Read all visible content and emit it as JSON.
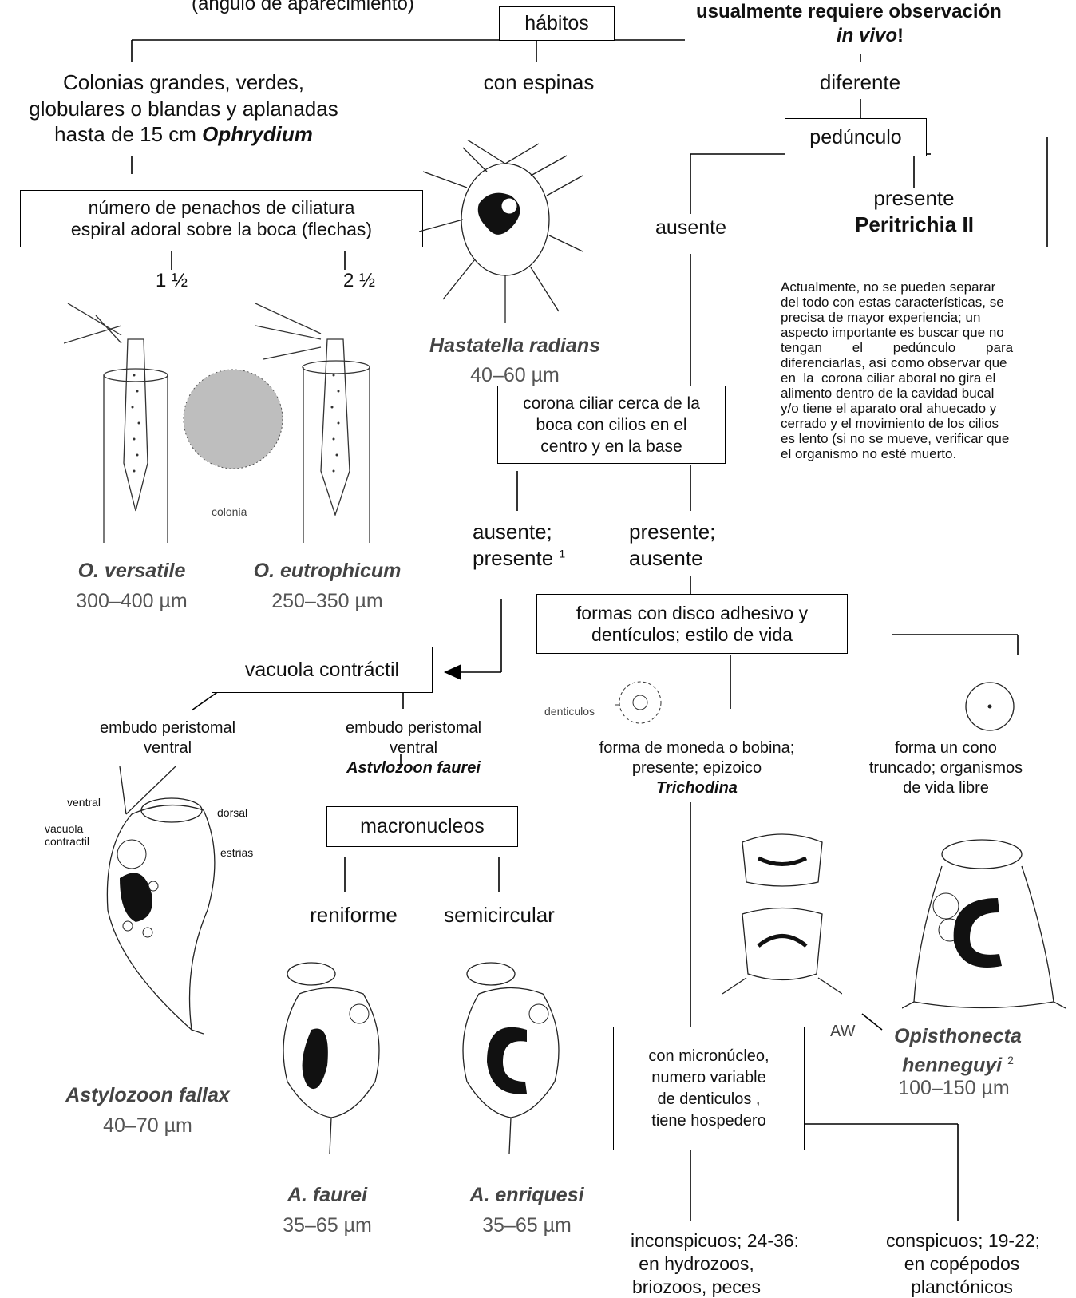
{
  "header": {
    "top_left_fragment": "(ángulo de aparecimiento)",
    "top_right_line1": "usualmente requiere observación",
    "top_right_line2_italic": "in vivo",
    "top_right_line2_end": "!"
  },
  "boxes": {
    "habitos": "hábitos",
    "pedunculo": "pedúnculo",
    "penachos_line1": "número de penachos de ciliatura",
    "penachos_line2": "espiral adoral sobre la boca (flechas)",
    "corona_line1": "corona ciliar cerca de la",
    "corona_line2": "boca con cilios en el",
    "corona_line3": "centro y en la base",
    "vacuola": "vacuola contráctil",
    "formas_line1": "formas con disco adhesivo  y",
    "formas_line2": "dentículos; estilo de vida",
    "macronucleos": "macronucleos",
    "micronucleo_line1": "con micronúcleo,",
    "micronucleo_line2": "numero variable",
    "micronucleo_line3": "de denticulos ,",
    "micronucleo_line4": "tiene hospedero"
  },
  "labels": {
    "colonias_line1": "Colonias grandes, verdes,",
    "colonias_line2": "globulares o blandas y aplanadas",
    "colonias_line3": "hasta de 15 cm",
    "colonias_genus": "Ophrydium",
    "con_espinas": "con espinas",
    "diferente": "diferente",
    "presente": "presente",
    "peritrichia": "Peritrichia II",
    "ausente": "ausente",
    "one_half": "1 ½",
    "two_half": "2 ½",
    "ausente_presente_1": "ausente;",
    "ausente_presente_2": "presente",
    "ausente_presente_sup": "1",
    "presente_ausente_1": "presente;",
    "presente_ausente_2": "ausente",
    "embudo_left_1": "embudo peristomal",
    "embudo_left_2": "ventral",
    "embudo_right_1": "embudo peristomal",
    "embudo_right_2": "ventral",
    "embudo_right_species": "Astvlozoon faurei",
    "moneda_1": "forma de moneda o bobina;",
    "moneda_2": "presente; epizoico",
    "moneda_genus": "Trichodina",
    "cono_1": "forma un cono",
    "cono_2": "truncado; organismos",
    "cono_3": "de vida libre",
    "reniforme": "reniforme",
    "semicircular": "semicircular",
    "inconspicuos_1": "inconspicuos; 24-36:",
    "inconspicuos_2": "en hydrozoos,",
    "inconspicuos_3": "briozoos, peces",
    "conspicuos_1": "conspicuos; 19-22;",
    "conspicuos_2": "en copépodos",
    "conspicuos_3": "planctónicos"
  },
  "note": {
    "line1": "Actualmente, no se pueden separar",
    "line2": "del todo con estas características, se",
    "line3": "precisa de mayor experiencia;  un",
    "line4": "aspecto importante es buscar que no",
    "line5": "tengan        el        pedúnculo        para",
    "line6": "diferenciarlas, así como observar que",
    "line7": "en  la  corona ciliar aboral no gira el",
    "line8": "alimento dentro de la cavidad bucal",
    "line9": "y/o tiene el aparato oral ahuecado y",
    "line10": "cerrado y el movimiento de los cilios",
    "line11": "es lento (si no se mueve, verificar que",
    "line12": "el organismo no esté muerto."
  },
  "species": {
    "hastatella_name": "Hastatella radians",
    "hastatella_size": "40–60 µm",
    "versatile_name": "O. versatile",
    "versatile_size": "300–400 µm",
    "eutrophicum_name": "O. eutrophicum",
    "eutrophicum_size": "250–350 µm",
    "fallax_name": "Astylozoon fallax",
    "fallax_size": "40–70 µm",
    "faurei_name": "A. faurei",
    "faurei_size": "35–65 µm",
    "enriquesi_name": "A. enriquesi",
    "enriquesi_size": "35–65 µm",
    "opisthonecta_name_1": "Opisthonecta",
    "opisthonecta_name_2": "henneguyi",
    "opisthonecta_sup": "2",
    "opisthonecta_size": "100–150 µm"
  },
  "figure_labels": {
    "colonia": "colonia",
    "denticulos": "denticulos",
    "ventral": "ventral",
    "dorsal": "dorsal",
    "vacuola_1": "vacuola",
    "vacuola_2": "contractil",
    "estrias": "estrias",
    "aw": "AW"
  }
}
